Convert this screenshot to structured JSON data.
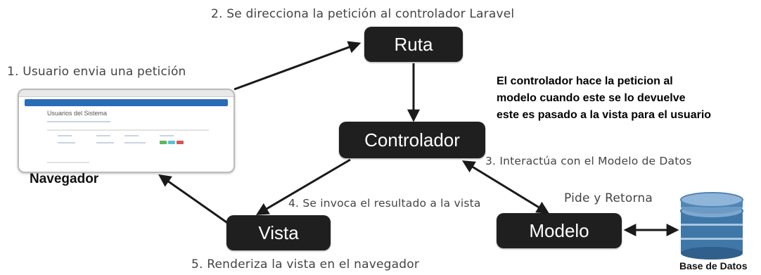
{
  "steps": {
    "step1": "1. Usuario envia una petición",
    "step2": "2. Se direcciona la petición al controlador Laravel",
    "step3": "3. Interactúa con el Modelo de Datos",
    "step4": "4. Se invoca el resultado a la vista",
    "step5": "5. Renderiza la vista en el navegador",
    "pide_retorna": "Pide y Retorna"
  },
  "nodes": {
    "ruta": "Ruta",
    "controlador": "Controlador",
    "vista": "Vista",
    "modelo": "Modelo"
  },
  "labels": {
    "navegador": "Navegador",
    "base_datos": "Base de Datos"
  },
  "note": {
    "line1": "El controlador hace la peticion al",
    "line2": "modelo cuando este se lo devuelve",
    "line3": "este es pasado a la vista para el usuario"
  },
  "browser_screenshot": {
    "heading": "Usuarios del Sistema"
  },
  "colors": {
    "node_fill": "#1f1f1f",
    "node_text": "#ffffff",
    "arrow": "#1a1a1a",
    "database": "#3f78a8"
  }
}
